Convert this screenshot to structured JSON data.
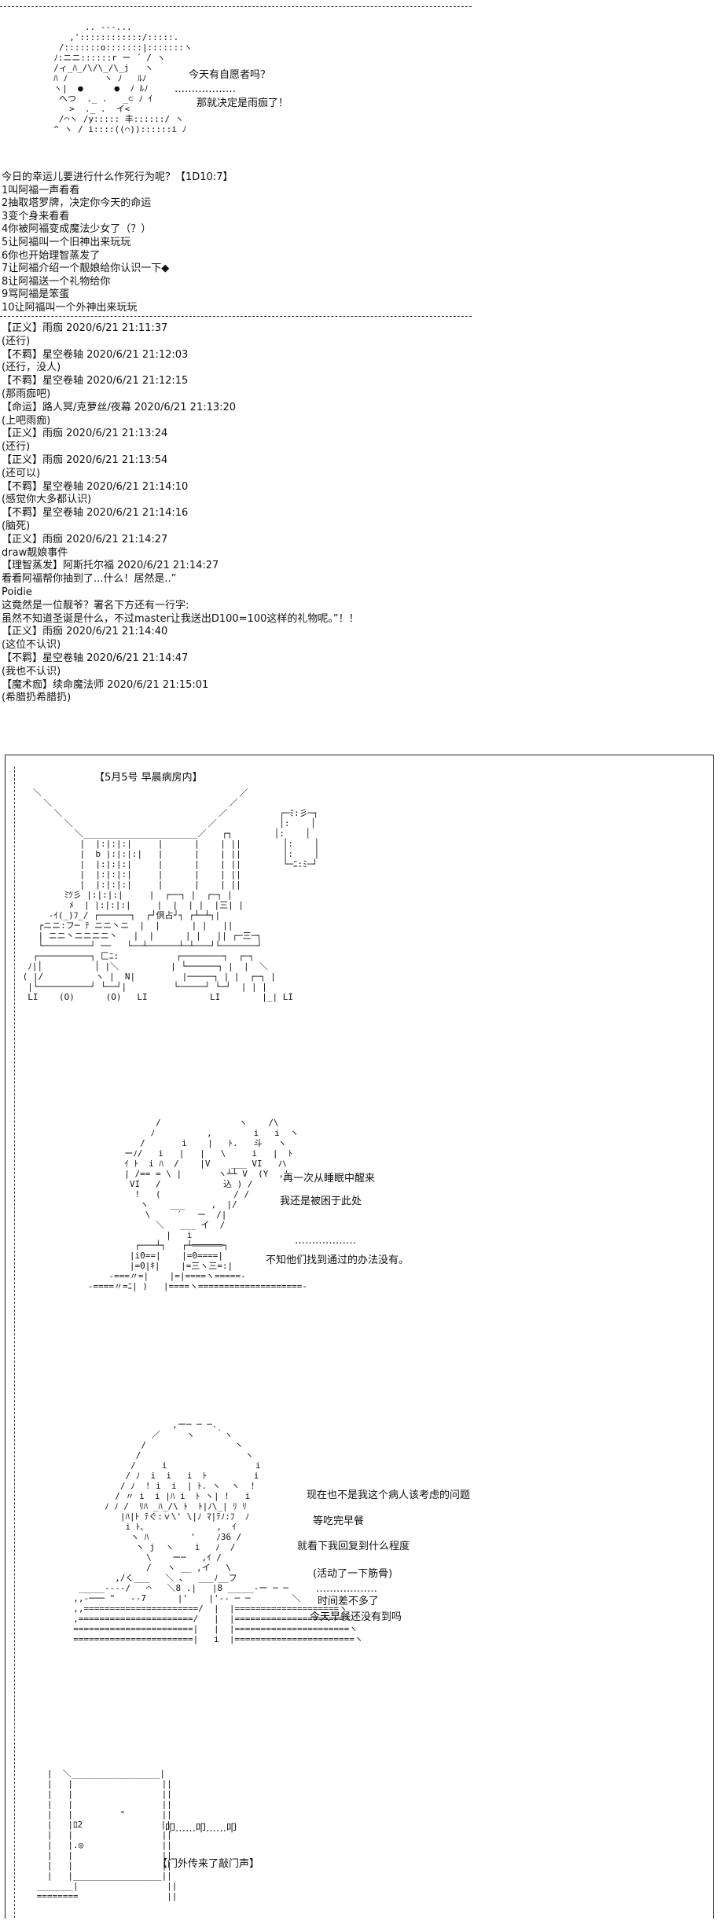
{
  "intro": {
    "bubble_line1": "今天有自愿者吗？",
    "dots": "………………",
    "bubble_line2": "那就决定是雨痂了！"
  },
  "roll": {
    "question": "今日的幸运儿要进行什么作死行为呢？【1D10:7】",
    "options": [
      "1叫阿福一声看看",
      "2抽取塔罗牌，决定你今天的命运",
      "3变个身来看看",
      "4你被阿福变成魔法少女了（？）",
      "5让阿福叫一个旧神出来玩玩",
      "6你也开始理智蒸发了",
      "7让阿福介绍一个靓娘给你认识一下◆",
      "8让阿福送一个礼物给你",
      "9骂阿福是笨蛋",
      "10让阿福叫一个外神出来玩玩"
    ]
  },
  "comments": [
    "【正义】雨痂 2020/6/21 21:11:37",
    "(还行)",
    "【不羁】星空卷轴 2020/6/21 21:12:03",
    "(还行，没人)",
    "【不羁】星空卷轴 2020/6/21 21:12:15",
    "(那雨痂吧)",
    "【命运】路人冥/克萝丝/夜幕 2020/6/21 21:13:20",
    "(上吧雨痂)",
    "【正义】雨痂 2020/6/21 21:13:24",
    "(还行)",
    "【正义】雨痂 2020/6/21 21:13:54",
    "(还可以)",
    "【不羁】星空卷轴 2020/6/21 21:14:10",
    "(感觉你大多都认识)",
    "【不羁】星空卷轴 2020/6/21 21:14:16",
    "(脑死)",
    "【正义】雨痂 2020/6/21 21:14:27",
    "draw靓娘事件",
    "【理智蒸发】阿斯托尔福 2020/6/21 21:14:27",
    "看看阿福帮你抽到了...什么！居然是..”",
    "Poidie",
    "这竟然是一位靓爷？署名下方还有一行字:",
    "虽然不知道圣诞是什么，不过master让我送出D100=100这样的礼物呢。”！！",
    "【正义】雨痂 2020/6/21 21:14:40",
    "(这位不认识)",
    "【不羁】星空卷轴 2020/6/21 21:14:47",
    "(我也不认识)",
    "【魔术痂】续命魔法师 2020/6/21 21:15:01",
    "(希腊扔希腊扔)"
  ],
  "scene": {
    "caption": "【5月5号 早晨病房内】",
    "p2_line1": "再一次从睡眠中醒来",
    "p2_line2": "我还是被困于此处",
    "p2_dots": "………………",
    "p2_line3": "不知他们找到通过的办法没有。",
    "p3_line1": "现在也不是我这个病人该考虑的问题",
    "p3_line2": "等吃完早餐",
    "p3_line3": "就看下我回复到什么程度",
    "p3_line4": "(活动了一下筋骨)",
    "p3_dots": "………………",
    "p3_line5": "时间差不多了",
    "p3_line6": "今天早餐还没有到吗",
    "knock": "叩……叩……叩",
    "door_sound": "【门外传来了敲门声】"
  }
}
